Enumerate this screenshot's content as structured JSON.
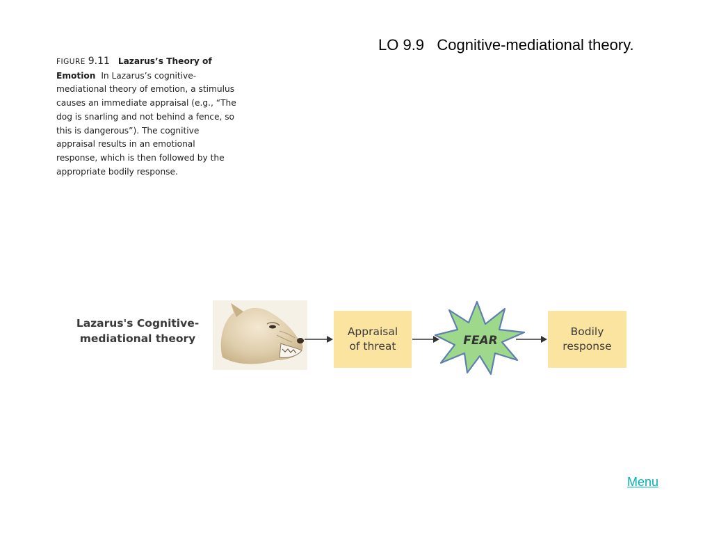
{
  "slide": {
    "title": "LO 9.9   Cognitive-mediational theory."
  },
  "caption": {
    "figure_label": "FIGURE",
    "figure_number": "9.11",
    "heading": "Lazarus’s Theory of Emotion",
    "body": "In Lazarus’s cognitive-mediational theory of emotion, a stimulus causes an immediate appraisal (e.g., “The dog is snarling and not behind a fence, so this is dangerous”). The cognitive appraisal results in an emotional response, which is then followed by the appropriate bodily response."
  },
  "flow": {
    "title": "Lazarus's Cognitive-mediational theory",
    "stimulus_icon": "snarling-dog-icon",
    "steps": [
      {
        "label": "Appraisal\nof threat"
      },
      {
        "label": "FEAR"
      },
      {
        "label": "Bodily\nresponse"
      }
    ]
  },
  "nav": {
    "menu_label": "Menu"
  },
  "colors": {
    "box_fill": "#fbe3a0",
    "fear_fill": "#9ed88a",
    "link": "#00b3b3",
    "arrow": "#333333"
  }
}
